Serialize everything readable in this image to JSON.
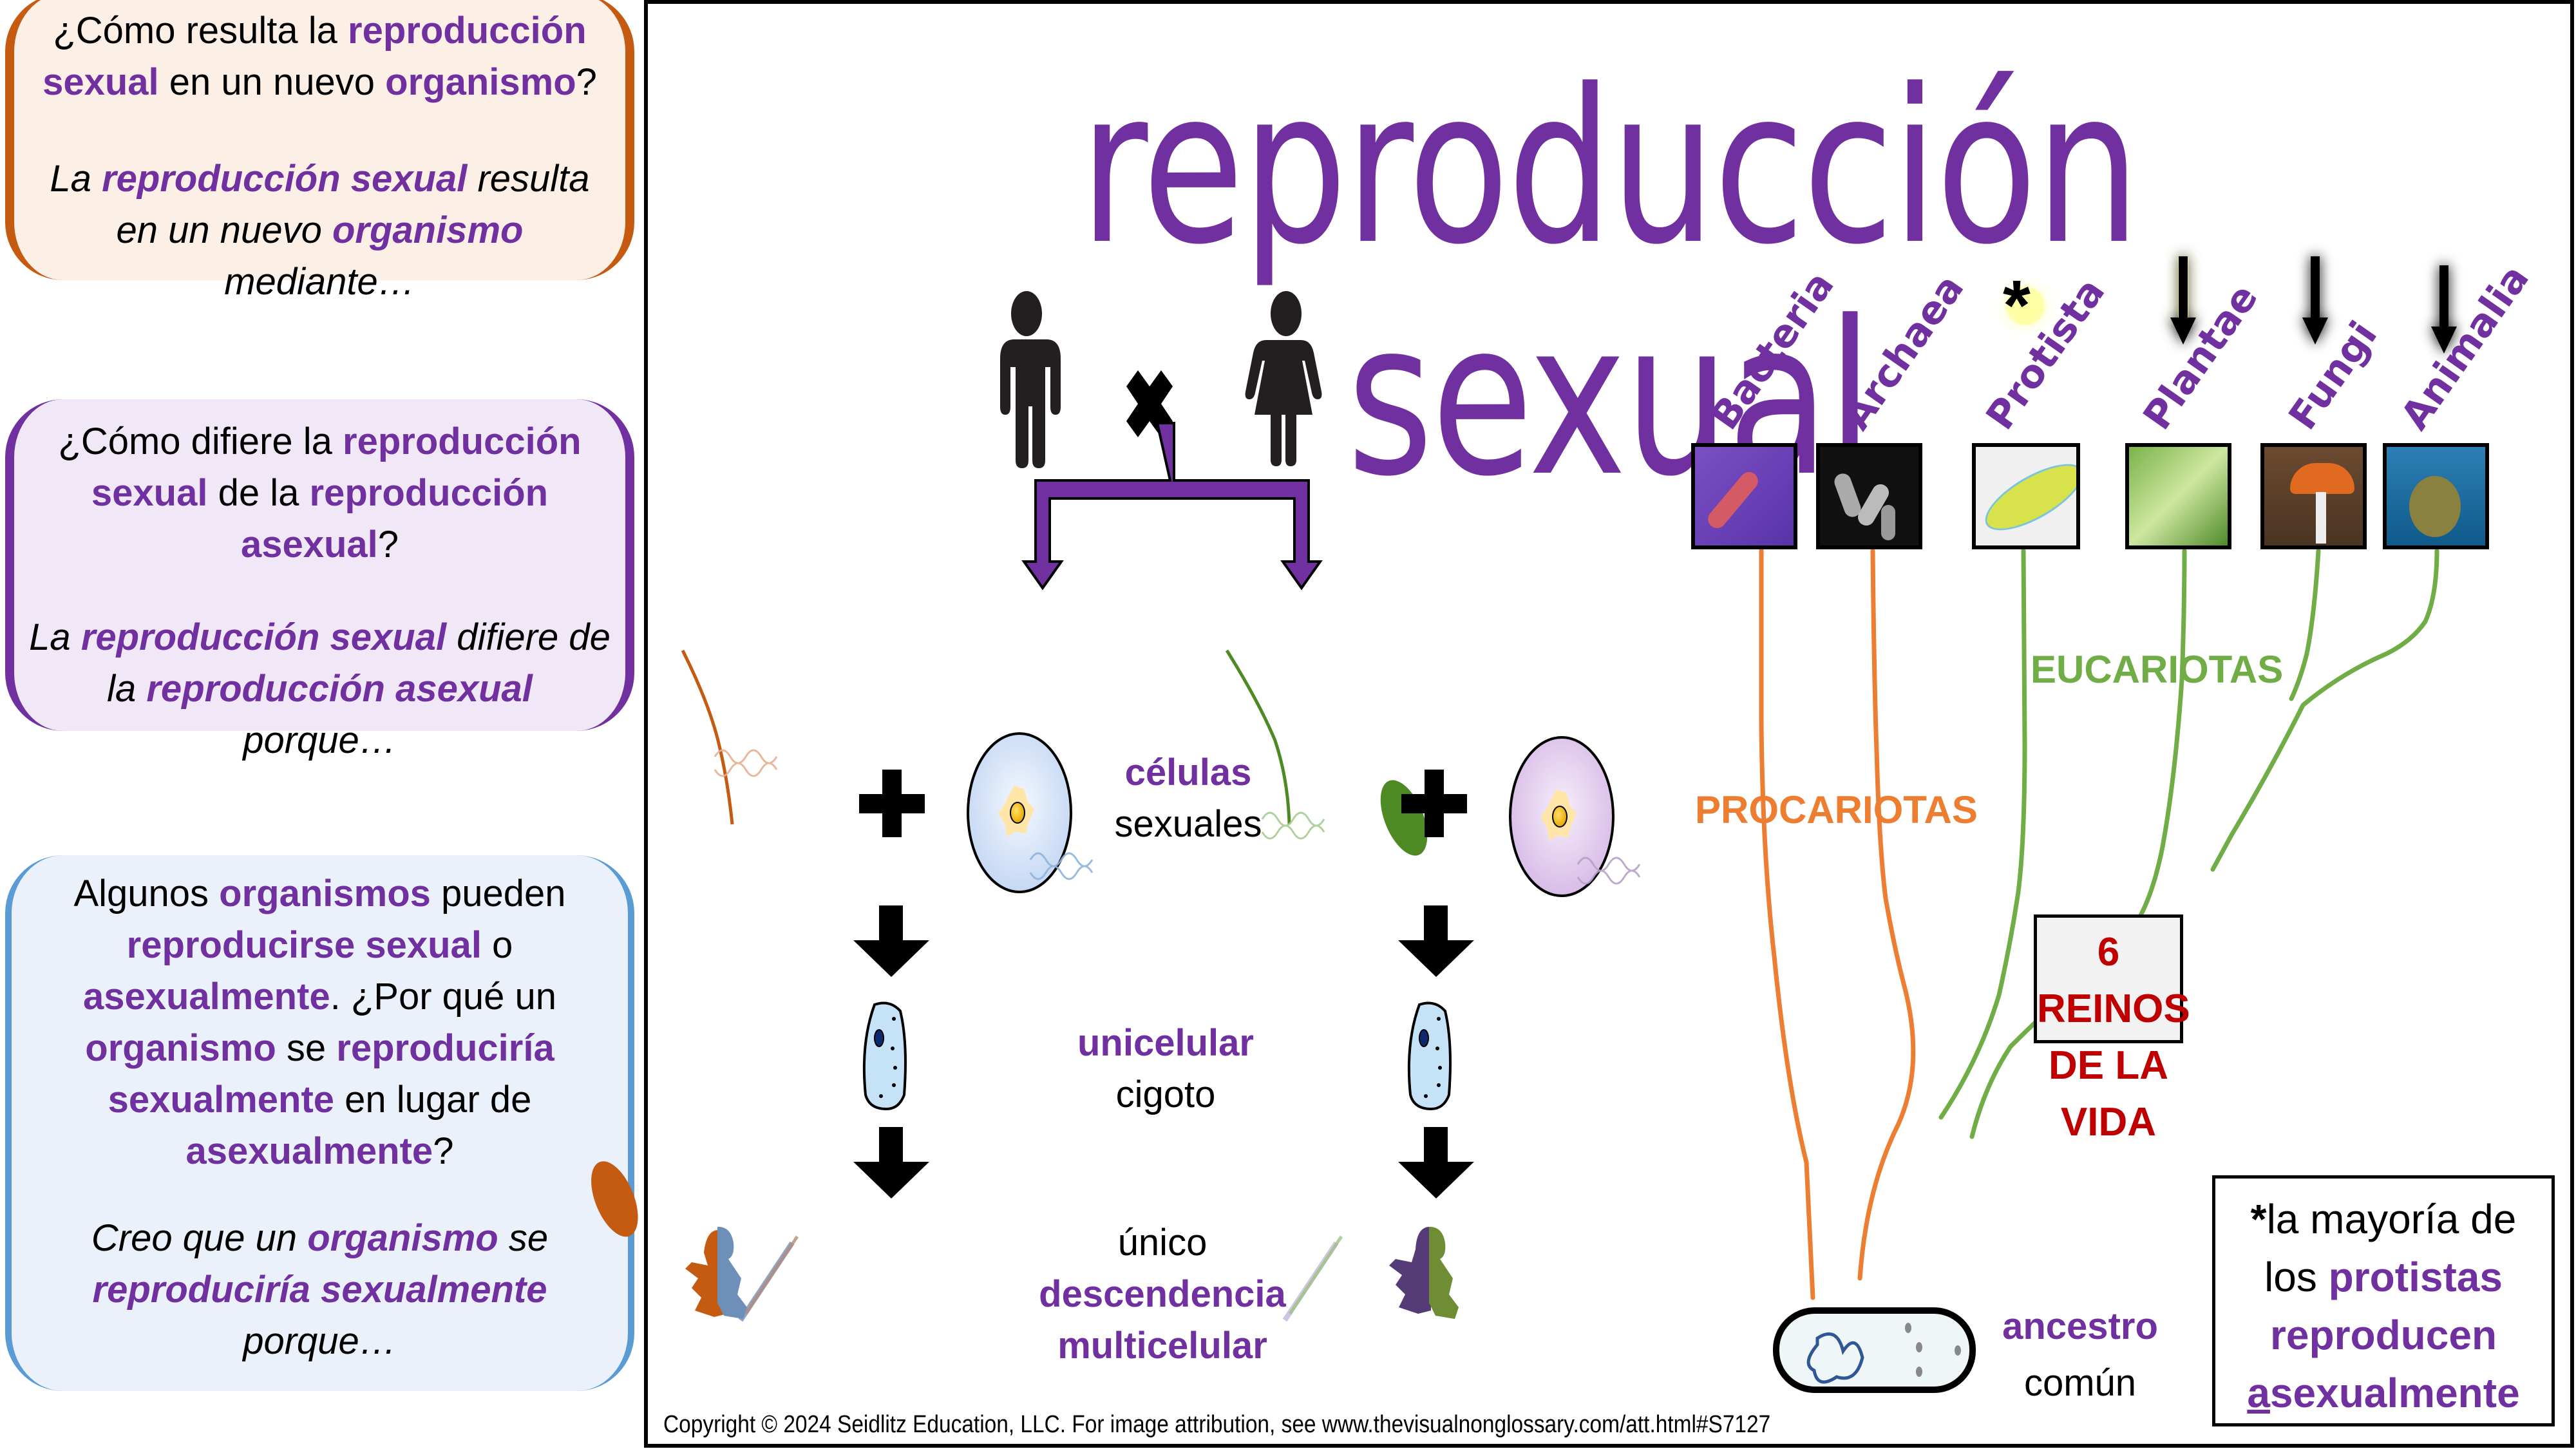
{
  "colors": {
    "accent_purple": "#7030A0",
    "orange": "#C55A11",
    "tree_orange": "#ED7D31",
    "tree_green": "#70AD47",
    "blue": "#5B9BD5",
    "red": "#C00000",
    "highlight_yellow": "#FFFF66"
  },
  "sidebar": {
    "box1": {
      "question": [
        {
          "t": "¿Cómo resulta la ",
          "em": false
        },
        {
          "t": "reproducción sexual",
          "em": true
        },
        {
          "t": " en un nuevo ",
          "em": false
        },
        {
          "t": "organismo",
          "em": true
        },
        {
          "t": "?",
          "em": false
        }
      ],
      "answer": [
        {
          "t": "La ",
          "em": false
        },
        {
          "t": "reproducción sexual",
          "em": true
        },
        {
          "t": " resulta en un nuevo ",
          "em": false
        },
        {
          "t": "organismo",
          "em": true
        },
        {
          "t": " mediante…",
          "em": false
        }
      ]
    },
    "box2": {
      "question": [
        {
          "t": "¿Cómo difiere la ",
          "em": false
        },
        {
          "t": "reproducción sexual",
          "em": true
        },
        {
          "t": " de la ",
          "em": false
        },
        {
          "t": "reproducción asexual",
          "em": true
        },
        {
          "t": "?",
          "em": false
        }
      ],
      "answer": [
        {
          "t": "La ",
          "em": false
        },
        {
          "t": "reproducción sexual",
          "em": true
        },
        {
          "t": " difiere de la ",
          "em": false
        },
        {
          "t": "reproducción asexual",
          "em": true
        },
        {
          "t": " porque…",
          "em": false
        }
      ]
    },
    "box3": {
      "question": [
        {
          "t": "Algunos ",
          "em": false
        },
        {
          "t": "organismos",
          "em": true
        },
        {
          "t": " pueden ",
          "em": false
        },
        {
          "t": "reproducirse sexual",
          "em": true
        },
        {
          "t": " o ",
          "em": false
        },
        {
          "t": "asexualmente",
          "em": true
        },
        {
          "t": ". ¿Por qué un ",
          "em": false
        },
        {
          "t": "organismo",
          "em": true
        },
        {
          "t": " se ",
          "em": false
        },
        {
          "t": "reproduciría sexualmente",
          "em": true
        },
        {
          "t": " en lugar de ",
          "em": false
        },
        {
          "t": "asexualmente",
          "em": true
        },
        {
          "t": "?",
          "em": false
        }
      ],
      "answer": [
        {
          "t": "Creo que un ",
          "em": false
        },
        {
          "t": "organismo",
          "em": true
        },
        {
          "t": " se ",
          "em": false
        },
        {
          "t": "reproduciría sexualmente",
          "em": true
        },
        {
          "t": " porque…",
          "em": false
        }
      ]
    }
  },
  "main": {
    "title": "reproducción sexual",
    "cross_symbol": "✖",
    "labels": {
      "celulas": "células",
      "sexuales": "sexuales",
      "unicelular": "unicelular",
      "cigoto": "cigoto",
      "unico": "único",
      "descendencia": "descendencia",
      "multicelular": "multicelular"
    },
    "tree": {
      "kingdoms": [
        {
          "name": "Bacteria",
          "group": "prokaryote",
          "marker": "none"
        },
        {
          "name": "Archaea",
          "group": "prokaryote",
          "marker": "none"
        },
        {
          "name": "Protista",
          "group": "eukaryote",
          "marker": "asterisk"
        },
        {
          "name": "Plantae",
          "group": "eukaryote",
          "marker": "arrow"
        },
        {
          "name": "Fungi",
          "group": "eukaryote",
          "marker": "arrow"
        },
        {
          "name": "Animalia",
          "group": "eukaryote",
          "marker": "arrow"
        }
      ],
      "asterisk": "*",
      "procariotas": "PROCARIOTAS",
      "eucariotas": "EUCARIOTAS",
      "reinos_line1": "6 REINOS",
      "reinos_line2": "DE LA VIDA",
      "ancestro": "ancestro",
      "comun": "común"
    },
    "note": {
      "star": "*",
      "line1": "la mayoría de",
      "line2_plain": "los ",
      "line2_em": "protistas",
      "line3": "reproducen",
      "line4_underlined": "a",
      "line4_rest": "sexualmente"
    },
    "copyright": "Copyright © 2024 Seidlitz Education, LLC.  For image attribution, see www.thevisualnonglossary.com/att.html#S7127"
  }
}
